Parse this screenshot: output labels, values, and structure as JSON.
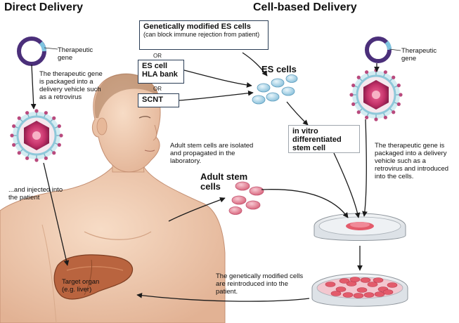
{
  "headings": {
    "direct": "Direct Delivery",
    "cell": "Cell-based Delivery"
  },
  "boxes": {
    "gm_es_title": "Genetically modified ES cells",
    "gm_es_note": "(can block immune rejection from patient)",
    "es_hla": "ES cell HLA bank",
    "scnt": "SCNT",
    "or1": "OR",
    "or2": "OR",
    "invitro": "in vitro differentiated stem cell"
  },
  "labels": {
    "es_cells": "ES cells",
    "adult_stem_cells": "Adult stem cells",
    "therapeutic_gene_left": "Therapeutic gene",
    "therapeutic_gene_right": "Therapeutic gene",
    "packaged_left": "The therapeutic gene is packaged into a delivery vehicle such as a retrovirus",
    "injected": "...and injected into the patient",
    "adult_isolated": "Adult stem cells are isolated and propagated in the laboratory.",
    "packaged_right": "The therapeutic gene is packaged into a delivery vehicle such as a retrovirus and introduced into the cells.",
    "reintroduced": "The genetically modified cells are reintroduced into the patient.",
    "target_organ": "Target organ (e.g. liver)"
  },
  "colors": {
    "skin": "#f2cdb3",
    "skin_shadow": "#d9a98a",
    "virus_core": "#d9407a",
    "virus_ring": "#9fd6e6",
    "liver": "#b9643f",
    "dish_cells": "#e35b6b",
    "arrow": "#1a1a1a"
  }
}
